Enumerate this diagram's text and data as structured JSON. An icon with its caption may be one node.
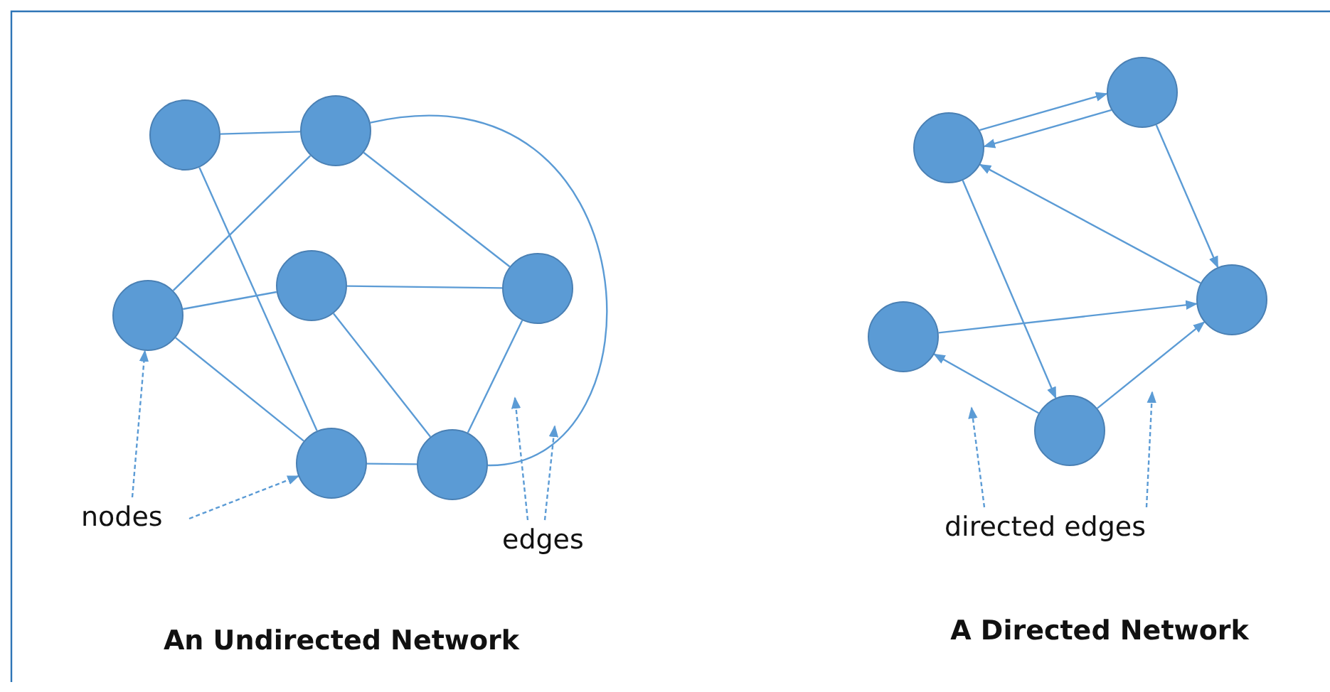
{
  "diagram": {
    "nodes": [
      {
        "text": [],
        "shape": "circle"
      },
      {
        "text": [],
        "shape": "circle"
      },
      {
        "text": [],
        "shape": "circle"
      },
      {
        "text": [],
        "shape": "circle"
      },
      {
        "text": [],
        "shape": "circle"
      },
      {
        "text": [],
        "shape": "circle"
      },
      {
        "text": [],
        "shape": "circle"
      },
      {
        "text": [],
        "shape": "circle"
      },
      {
        "text": [],
        "shape": "circle"
      },
      {
        "text": [],
        "shape": "circle"
      },
      {
        "text": [],
        "shape": "circle"
      },
      {
        "text": [],
        "shape": "circle"
      },
      {
        "text": [
          "nodes"
        ]
      },
      {
        "text": [
          "edges"
        ]
      },
      {
        "text": [
          "directed edges"
        ]
      }
    ],
    "edges": [
      {
        "from": 0,
        "to": 1,
        "arrow": "none"
      },
      {
        "from": 1,
        "to": 2,
        "arrow": "none"
      },
      {
        "from": 0,
        "to": 5,
        "arrow": "none"
      },
      {
        "from": 1,
        "to": 4,
        "arrow": "none"
      },
      {
        "from": 1,
        "to": 6,
        "arrow": "none"
      },
      {
        "from": 2,
        "to": 3,
        "arrow": "none"
      },
      {
        "from": 2,
        "to": 5,
        "arrow": "none"
      },
      {
        "from": 3,
        "to": 4,
        "arrow": "none"
      },
      {
        "from": 3,
        "to": 6,
        "arrow": "none"
      },
      {
        "from": 4,
        "to": 6,
        "arrow": "none"
      },
      {
        "from": 5,
        "to": 6,
        "arrow": "none"
      },
      {
        "from": 7,
        "to": 8,
        "arrow": "to"
      },
      {
        "from": 8,
        "to": 7,
        "arrow": "to"
      },
      {
        "from": 8,
        "to": 9,
        "arrow": "to"
      },
      {
        "from": 9,
        "to": 7,
        "arrow": "to"
      },
      {
        "from": 7,
        "to": 11,
        "arrow": "to"
      },
      {
        "from": 10,
        "to": 9,
        "arrow": "to"
      },
      {
        "from": 11,
        "to": 10,
        "arrow": "to"
      },
      {
        "from": 11,
        "to": 9,
        "arrow": "to"
      },
      {
        "from": 12,
        "to": 2,
        "arrow": "to",
        "style": "dashed"
      },
      {
        "from": 12,
        "to": 5,
        "arrow": "to",
        "style": "dashed"
      },
      {
        "from": 13,
        "to": null,
        "arrow": "to",
        "style": "dashed"
      },
      {
        "from": 13,
        "to": null,
        "arrow": "to",
        "style": "dashed"
      },
      {
        "from": 14,
        "to": null,
        "arrow": "to",
        "style": "dashed"
      },
      {
        "from": 14,
        "to": null,
        "arrow": "to",
        "style": "dashed"
      }
    ],
    "labels": [
      "An Undirected Network",
      "A Directed Network"
    ]
  }
}
